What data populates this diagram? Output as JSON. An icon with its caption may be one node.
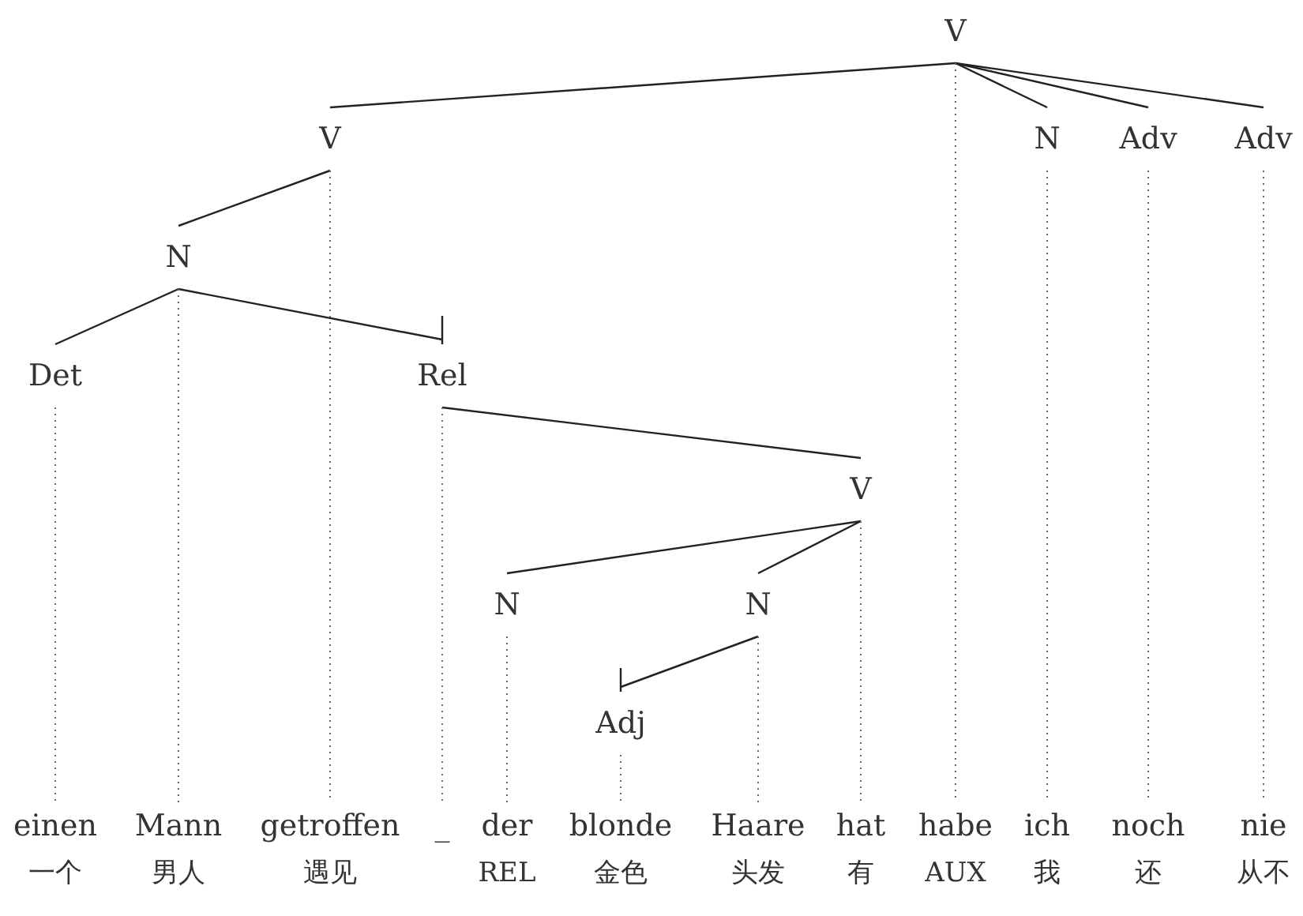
{
  "diagram": {
    "nodes": [
      {
        "text": [
          "V"
        ]
      },
      {
        "text": [
          "V"
        ]
      },
      {
        "text": [
          "N"
        ]
      },
      {
        "text": [
          "Adv"
        ]
      },
      {
        "text": [
          "Adv"
        ]
      },
      {
        "text": [
          "N"
        ]
      },
      {
        "text": [
          "Det"
        ]
      },
      {
        "text": [
          "Rel"
        ]
      },
      {
        "text": [
          "V"
        ]
      },
      {
        "text": [
          "N"
        ]
      },
      {
        "text": [
          "N"
        ]
      },
      {
        "text": [
          "Adj"
        ]
      },
      {
        "text": [
          "einen",
          "一个"
        ]
      },
      {
        "text": [
          "Mann",
          "男人"
        ]
      },
      {
        "text": [
          "getroffen",
          "遇见"
        ]
      },
      {
        "text": [
          "_"
        ]
      },
      {
        "text": [
          "der",
          "REL"
        ]
      },
      {
        "text": [
          "blonde",
          "金色"
        ]
      },
      {
        "text": [
          "Haare",
          "头发"
        ]
      },
      {
        "text": [
          "hat",
          "有"
        ]
      },
      {
        "text": [
          "habe",
          "AUX"
        ]
      },
      {
        "text": [
          "ich",
          "我"
        ]
      },
      {
        "text": [
          "noch",
          "还"
        ]
      },
      {
        "text": [
          "nie",
          "从不"
        ]
      }
    ],
    "edges": [
      {
        "from": 0,
        "to": 1,
        "arrow": "none"
      },
      {
        "from": 0,
        "to": 2,
        "arrow": "none"
      },
      {
        "from": 0,
        "to": 3,
        "arrow": "none"
      },
      {
        "from": 0,
        "to": 4,
        "arrow": "none"
      },
      {
        "from": 1,
        "to": 5,
        "arrow": "none"
      },
      {
        "from": 5,
        "to": 6,
        "arrow": "none"
      },
      {
        "from": 5,
        "to": 7,
        "arrow": "none"
      },
      {
        "from": 7,
        "to": 8,
        "arrow": "none"
      },
      {
        "from": 8,
        "to": 9,
        "arrow": "none"
      },
      {
        "from": 8,
        "to": 10,
        "arrow": "none"
      },
      {
        "from": 10,
        "to": 11,
        "arrow": "none"
      },
      {
        "from": 0,
        "to": 20,
        "arrow": "none",
        "style": "dashed"
      },
      {
        "from": 1,
        "to": 14,
        "arrow": "none",
        "style": "dashed"
      },
      {
        "from": 2,
        "to": 21,
        "arrow": "none",
        "style": "dashed"
      },
      {
        "from": 3,
        "to": 22,
        "arrow": "none",
        "style": "dashed"
      },
      {
        "from": 4,
        "to": 23,
        "arrow": "none",
        "style": "dashed"
      },
      {
        "from": 5,
        "to": 13,
        "arrow": "none",
        "style": "dashed"
      },
      {
        "from": 6,
        "to": 12,
        "arrow": "none",
        "style": "dashed"
      },
      {
        "from": 7,
        "to": 15,
        "arrow": "none",
        "style": "dashed"
      },
      {
        "from": 8,
        "to": 19,
        "arrow": "none",
        "style": "dashed"
      },
      {
        "from": 9,
        "to": 16,
        "arrow": "none",
        "style": "dashed"
      },
      {
        "from": 10,
        "to": 18,
        "arrow": "none",
        "style": "dashed"
      },
      {
        "from": 11,
        "to": 17,
        "arrow": "none",
        "style": "dashed"
      }
    ]
  }
}
